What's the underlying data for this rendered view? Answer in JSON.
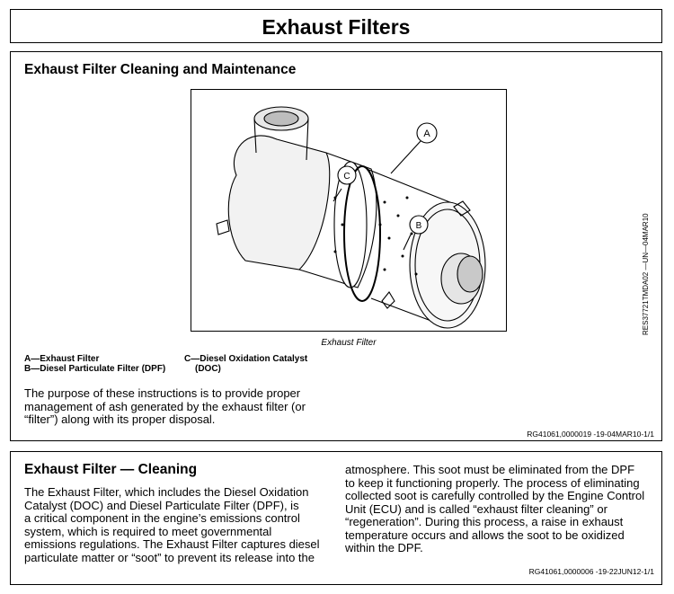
{
  "page": {
    "title": "Exhaust Filters"
  },
  "maintenance": {
    "heading": "Exhaust Filter Cleaning and Maintenance",
    "figure": {
      "callouts": [
        "A",
        "B",
        "C"
      ],
      "side_id": "RES37721TMDA02 —UN—04MAR10",
      "caption": "Exhaust Filter"
    },
    "legend": {
      "a": "A—Exhaust Filter",
      "b": "B—Diesel Particulate Filter (DPF)",
      "c_line1": "C—Diesel Oxidation Catalyst",
      "c_line2": "(DOC)"
    },
    "body_lines": [
      "The purpose of these instructions is to provide proper",
      "management of ash generated by the exhaust filter (or",
      "“filter”) along with its proper disposal."
    ],
    "ref_code": "RG41061,0000019 -19-04MAR10-1/1"
  },
  "cleaning": {
    "heading": "Exhaust Filter — Cleaning",
    "left_lines": [
      "The Exhaust Filter, which includes the Diesel Oxidation",
      "Catalyst (DOC) and Diesel Particulate Filter (DPF), is",
      "a critical component in the engine’s emissions control",
      "system, which is required to meet governmental",
      "emissions regulations. The Exhaust Filter captures diesel",
      "particulate matter or “soot” to prevent its release into the"
    ],
    "right_lines": [
      "atmosphere.  This soot must be eliminated from the DPF",
      "to keep it functioning properly.  The process of eliminating",
      "collected soot is carefully controlled by the Engine Control",
      "Unit (ECU) and is called “exhaust filter cleaning” or",
      "“regeneration”.  During this process, a raise in exhaust",
      "temperature occurs and allows the soot to be oxidized",
      "within the DPF."
    ],
    "ref_code": "RG41061,0000006 -19-22JUN12-1/1"
  }
}
